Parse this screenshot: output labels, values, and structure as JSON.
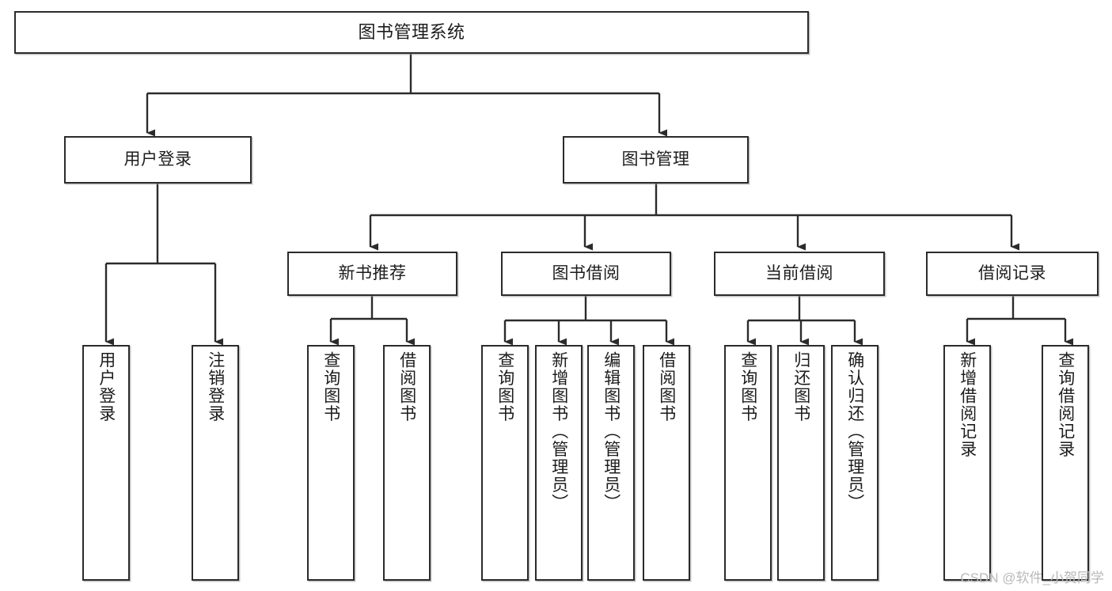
{
  "diagram": {
    "title": "图书管理系统",
    "watermark": "CSDN @软件_小贺同学",
    "line_color": "#2b2b2b",
    "box_border_color": "#2b2b2b",
    "box_fill_color": "#ffffff",
    "text_color": "#1c1c1c",
    "watermark_color": "#b9b9b9"
  },
  "nodes": {
    "root": {
      "label": "图书管理系统"
    },
    "level1": [
      {
        "label": "用户登录"
      },
      {
        "label": "图书管理"
      }
    ],
    "level2": [
      {
        "label": "新书推荐"
      },
      {
        "label": "图书借阅"
      },
      {
        "label": "当前借阅"
      },
      {
        "label": "借阅记录"
      }
    ],
    "leaves": {
      "user_login": [
        {
          "label": "用户登录"
        },
        {
          "label": "注销登录"
        }
      ],
      "new_book_recommend": [
        {
          "label": "查询图书"
        },
        {
          "label": "借阅图书"
        }
      ],
      "book_borrow": [
        {
          "label": "查询图书"
        },
        {
          "label": "新增图书（管理员）"
        },
        {
          "label": "编辑图书（管理员）"
        },
        {
          "label": "借阅图书"
        }
      ],
      "current_borrow": [
        {
          "label": "查询图书"
        },
        {
          "label": "归还图书"
        },
        {
          "label": "确认归还（管理员）"
        }
      ],
      "borrow_record": [
        {
          "label": "新增借阅记录"
        },
        {
          "label": "查询借阅记录"
        }
      ]
    }
  }
}
